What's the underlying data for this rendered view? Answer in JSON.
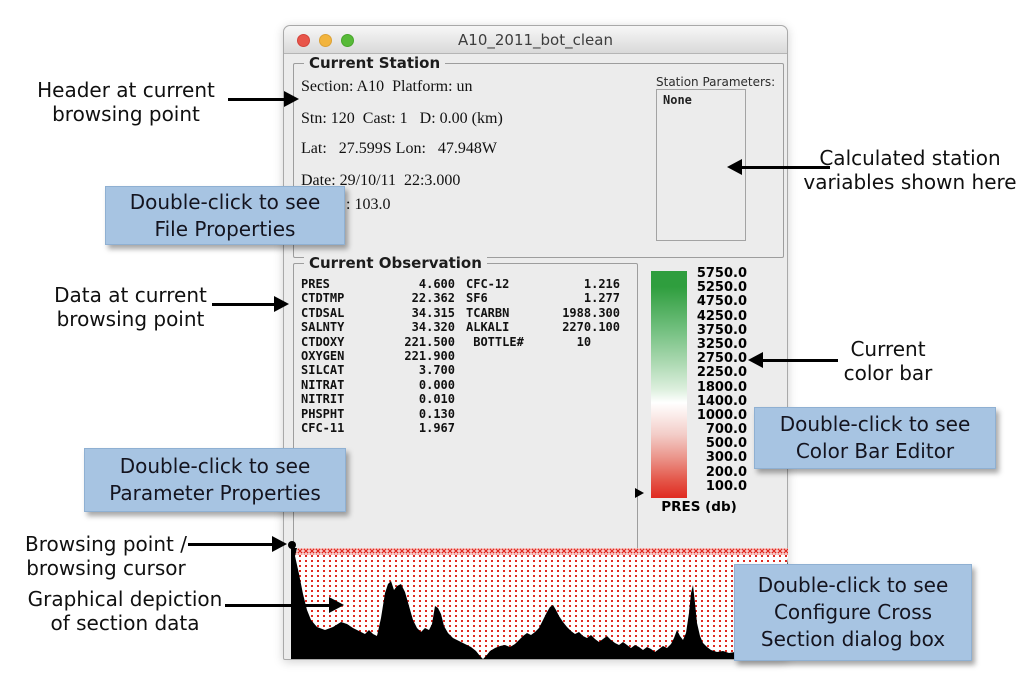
{
  "window": {
    "title": "A10_2011_bot_clean",
    "current_station": {
      "label": "Current Station",
      "line1": "Section: A10  Platform: un",
      "line2": "Stn: 120  Cast: 1   D: 0.00 (km)",
      "line3": "Lat:   27.599S Lon:   47.948W",
      "line4": "Date: 29/10/11  22:3.000",
      "line5_visible_fragment": ": 103.0",
      "params_label": "Station Parameters:",
      "params_value": "None"
    },
    "current_observation": {
      "label": "Current Observation",
      "rows": [
        {
          "n1": "PRES",
          "v1": "4.600",
          "n2": "CFC-12",
          "v2": "1.216"
        },
        {
          "n1": "CTDTMP",
          "v1": "22.362",
          "n2": "SF6",
          "v2": "1.277"
        },
        {
          "n1": "CTDSAL",
          "v1": "34.315",
          "n2": "TCARBN",
          "v2": "1988.300"
        },
        {
          "n1": "SALNTY",
          "v1": "34.320",
          "n2": "ALKALI",
          "v2": "2270.100"
        },
        {
          "n1": "CTDOXY",
          "v1": "221.500",
          "n2": " BOTTLE#",
          "v2": "10    "
        },
        {
          "n1": "OXYGEN",
          "v1": "221.900",
          "n2": "",
          "v2": ""
        },
        {
          "n1": "SILCAT",
          "v1": "3.700",
          "n2": "",
          "v2": ""
        },
        {
          "n1": "NITRAT",
          "v1": "0.000",
          "n2": "",
          "v2": ""
        },
        {
          "n1": "NITRIT",
          "v1": "0.010",
          "n2": "",
          "v2": ""
        },
        {
          "n1": "PHSPHT",
          "v1": "0.130",
          "n2": "",
          "v2": ""
        },
        {
          "n1": "CFC-11",
          "v1": "1.967",
          "n2": "",
          "v2": ""
        }
      ]
    },
    "colorbar": {
      "ticks": [
        "5750.0",
        "5250.0",
        "4750.0",
        "4250.0",
        "3750.0",
        "3250.0",
        "2750.0",
        "2250.0",
        "1800.0",
        "1400.0",
        "1000.0",
        "700.0",
        "500.0",
        "300.0",
        "200.0",
        "100.0"
      ],
      "axis_label": "PRES (db)",
      "top_color": "#2f9e3e",
      "mid_color": "#ffffff",
      "bottom_color": "#e02a20"
    },
    "section_plot": {
      "dot_color": "#e02a20",
      "bathymetry_color": "#000000"
    }
  },
  "annotations": {
    "header": {
      "line1": "Header at current",
      "line2": "browsing point"
    },
    "data": {
      "line1": "Data at current",
      "line2": "browsing point"
    },
    "calc": {
      "line1": "Calculated station",
      "line2": "variables shown here"
    },
    "colorbar": {
      "line1": "Current",
      "line2": "color bar"
    },
    "browsing": {
      "line1": "Browsing point /",
      "line2": "browsing cursor"
    },
    "graphical": {
      "line1": "Graphical depiction",
      "line2": "of section data"
    }
  },
  "callouts": {
    "file_props": {
      "line1": "Double-click to see",
      "line2": "File Properties"
    },
    "colorbar_ed": {
      "line1": "Double-click to see",
      "line2": "Color Bar Editor"
    },
    "param_props": {
      "line1": "Double-click to see",
      "line2": "Parameter Properties"
    },
    "cross_section": {
      "line1": "Double-click to see",
      "line2": "Configure Cross",
      "line3": "Section dialog box"
    },
    "bg_color": "#a7c4e2"
  }
}
